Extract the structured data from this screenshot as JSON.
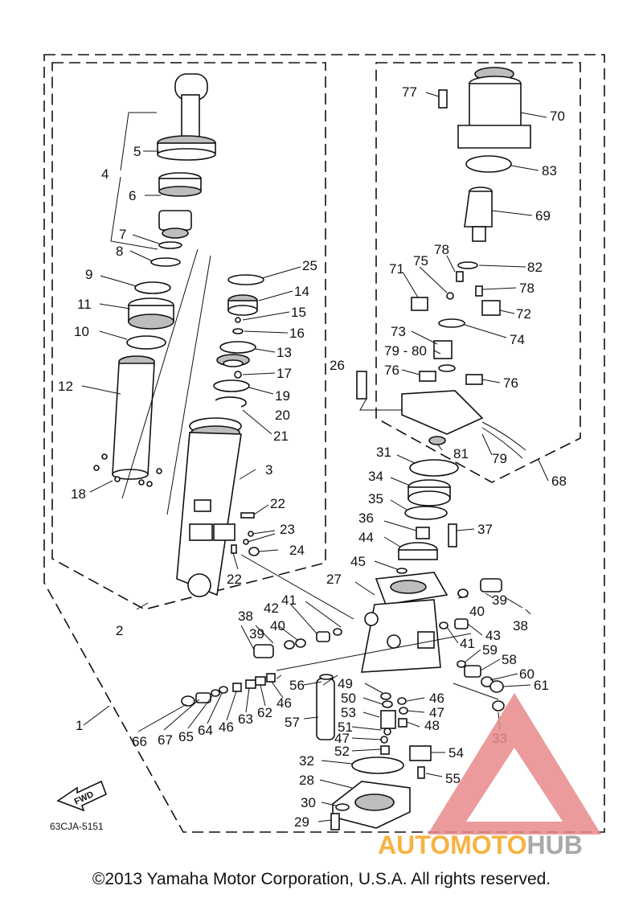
{
  "diagram": {
    "ref_code": "63CJA-5151",
    "fwd_label": "FWD",
    "copyright": "©2013 Yamaha Motor Corporation, U.S.A. All rights reserved.",
    "watermark": {
      "auto": "AUTO",
      "moto": "MOTO",
      "hub": "HUB",
      "auto_color": "#f5a623",
      "moto_color": "#f5a623",
      "hub_color": "#9b9b9b",
      "triangle_color": "#e88a8a"
    },
    "callouts": {
      "c1": "1",
      "c2": "2",
      "c3": "3",
      "c4": "4",
      "c5": "5",
      "c6": "6",
      "c7": "7",
      "c8": "8",
      "c9": "9",
      "c10": "10",
      "c11": "11",
      "c12": "12",
      "c13": "13",
      "c14": "14",
      "c15": "15",
      "c16": "16",
      "c17": "17",
      "c18": "18",
      "c19": "19",
      "c20": "20",
      "c21": "21",
      "c22a": "22",
      "c22b": "22",
      "c23": "23",
      "c24": "24",
      "c25": "25",
      "c26": "26",
      "c27": "27",
      "c28": "28",
      "c29": "29",
      "c30": "30",
      "c31": "31",
      "c32": "32",
      "c33": "33",
      "c34": "34",
      "c35": "35",
      "c36": "36",
      "c37": "37",
      "c38a": "38",
      "c38b": "38",
      "c39a": "39",
      "c39b": "39",
      "c40a": "40",
      "c40b": "40",
      "c41a": "41",
      "c41b": "41",
      "c42": "42",
      "c43": "43",
      "c44": "44",
      "c45": "45",
      "c46a": "46",
      "c46b": "46",
      "c46c": "46",
      "c47a": "47",
      "c47b": "47",
      "c48": "48",
      "c49": "49",
      "c50": "50",
      "c51": "51",
      "c52": "52",
      "c53": "53",
      "c54": "54",
      "c55": "55",
      "c56": "56",
      "c57": "57",
      "c58": "58",
      "c59": "59",
      "c60": "60",
      "c61": "61",
      "c62": "62",
      "c63": "63",
      "c64": "64",
      "c65": "65",
      "c66": "66",
      "c67": "67",
      "c68": "68",
      "c69": "69",
      "c70": "70",
      "c71": "71",
      "c72": "72",
      "c73": "73",
      "c74": "74",
      "c75": "75",
      "c76a": "76",
      "c76b": "76",
      "c77": "77",
      "c78a": "78",
      "c78b": "78",
      "c7980": "79 - 80",
      "c79": "79",
      "c81": "81",
      "c82": "82",
      "c83": "83"
    }
  }
}
